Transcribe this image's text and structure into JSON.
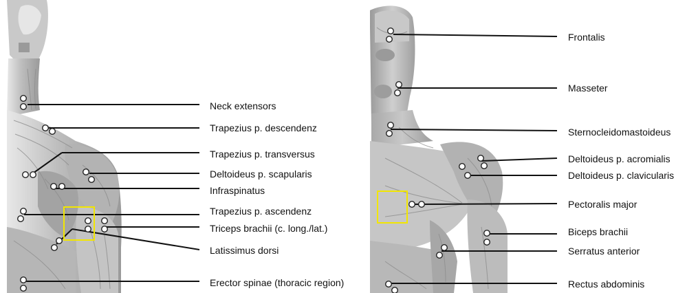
{
  "figure": {
    "back_panel": {
      "labels": [
        "Neck extensors",
        "Trapezius p. descendenz",
        "Trapezius p. transversus",
        "Deltoideus p. scapularis",
        "Infraspinatus",
        "Trapezius p. ascendenz",
        "Triceps brachii (c. long./lat.)",
        "Latissimus dorsi",
        "Erector spinae (thoracic region)"
      ]
    },
    "front_panel": {
      "labels": [
        "Frontalis",
        "Masseter",
        "Sternocleidomastoideus",
        "Deltoideus p. acromialis",
        "Deltoideus p. clavicularis",
        "Pectoralis major",
        "Biceps brachii",
        "Serratus anterior",
        "Rectus abdominis"
      ]
    },
    "colors": {
      "muscle_base": "#b9b9b9",
      "muscle_light": "#d9d9d9",
      "muscle_dark": "#8f8f8f",
      "electrode_fill": "#ffffff",
      "leader_line": "#111111",
      "highlight_box": "#f2e600"
    }
  }
}
